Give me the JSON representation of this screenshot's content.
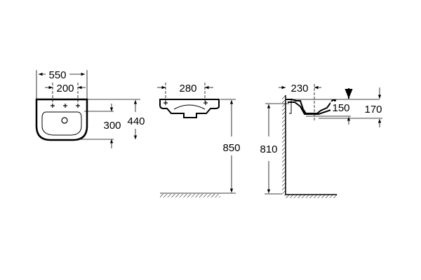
{
  "front_view": {
    "width_label": "550",
    "tap_spacing_label": "200",
    "bowl_depth_label": "300",
    "depth_label": "440"
  },
  "side_view": {
    "tap_spacing_label": "280",
    "height_label": "850"
  },
  "wall_view": {
    "projection_label": "230",
    "height_label": "810",
    "bowl_height_label": "150",
    "total_height_label": "170"
  },
  "colors": {
    "line": "#000000",
    "dim": "#333333"
  }
}
